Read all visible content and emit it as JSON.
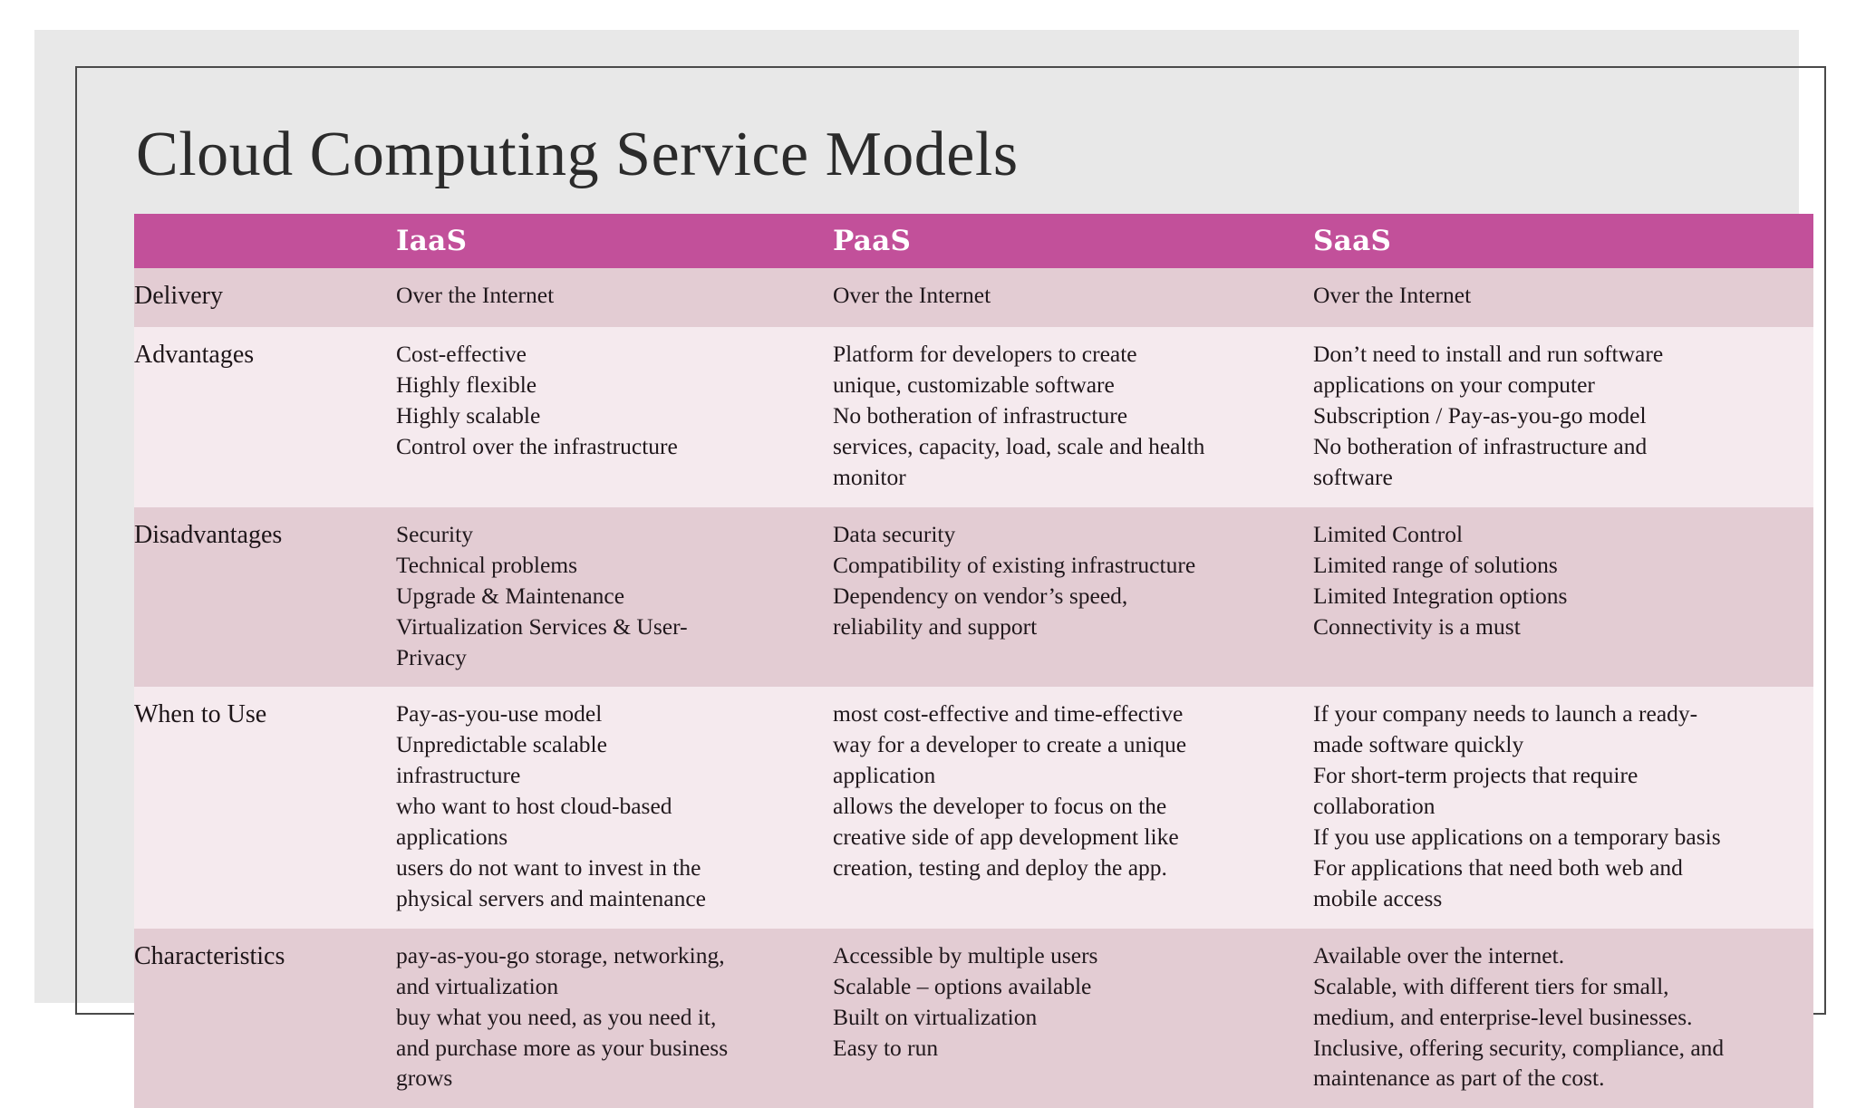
{
  "document": {
    "title": "Cloud Computing Service Models"
  },
  "colors": {
    "page_background": "#ffffff",
    "panel_background": "#e8e8e8",
    "frame_border": "#4a4a4a",
    "header_accent": "#c2509a",
    "header_text": "#ffffff",
    "row_shade_dark": "#e3ccd3",
    "row_shade_light": "#f5eaee",
    "body_text": "#20181c"
  },
  "table": {
    "columns": [
      {
        "key": "label",
        "label": ""
      },
      {
        "key": "iaas",
        "label": "IaaS"
      },
      {
        "key": "paas",
        "label": "PaaS"
      },
      {
        "key": "saas",
        "label": "SaaS"
      }
    ],
    "rows": [
      {
        "label": "Delivery",
        "shade": "dark",
        "iaas": [
          "Over the Internet"
        ],
        "paas": [
          "Over the Internet"
        ],
        "saas": [
          "Over the Internet"
        ]
      },
      {
        "label": "Advantages",
        "shade": "light",
        "iaas": [
          "Cost-effective",
          "Highly flexible",
          "Highly scalable",
          "Control over the infrastructure"
        ],
        "paas": [
          "Platform for developers to create",
          "unique, customizable software",
          "No botheration of infrastructure",
          "services, capacity, load, scale and health",
          "monitor"
        ],
        "saas": [
          "Don’t need to install and run software",
          "applications on your computer",
          "Subscription / Pay-as-you-go model",
          "No botheration of infrastructure and",
          "software"
        ]
      },
      {
        "label": "Disadvantages",
        "shade": "dark",
        "iaas": [
          "Security",
          "Technical problems",
          "Upgrade & Maintenance",
          "Virtualization Services & User-",
          "Privacy"
        ],
        "paas": [
          "Data security",
          "Compatibility of existing infrastructure",
          "Dependency on vendor’s speed,",
          "reliability and support"
        ],
        "saas": [
          "Limited Control",
          "Limited range of solutions",
          "Limited Integration options",
          "Connectivity is a must"
        ]
      },
      {
        "label": "When to Use",
        "shade": "light",
        "iaas": [
          "Pay-as-you-use model",
          "Unpredictable scalable",
          "infrastructure",
          "who want to host cloud-based",
          "applications",
          "users do not want to invest in the",
          "physical servers and maintenance"
        ],
        "paas": [
          "most cost-effective and time-effective",
          "way for a developer to create a unique",
          "application",
          "allows the developer to focus on the",
          "creative side of app development like",
          "creation, testing and deploy the app."
        ],
        "saas": [
          "If your company needs to launch a ready-",
          "made software quickly",
          "For short-term projects that require",
          "collaboration",
          "If you use applications on a temporary basis",
          "For applications that need both web and",
          "mobile access"
        ]
      },
      {
        "label": "Characteristics",
        "shade": "dark",
        "iaas": [
          "pay-as-you-go storage, networking,",
          "and virtualization",
          "buy what you need, as you need it,",
          "and purchase more as your business",
          "grows"
        ],
        "paas": [
          "Accessible by multiple users",
          "Scalable – options available",
          "Built on virtualization",
          "Easy to run"
        ],
        "saas": [
          "Available over the internet.",
          "Scalable, with different tiers for small,",
          "medium, and enterprise-level businesses.",
          "Inclusive, offering security, compliance, and",
          "maintenance as part of the cost."
        ]
      }
    ]
  }
}
